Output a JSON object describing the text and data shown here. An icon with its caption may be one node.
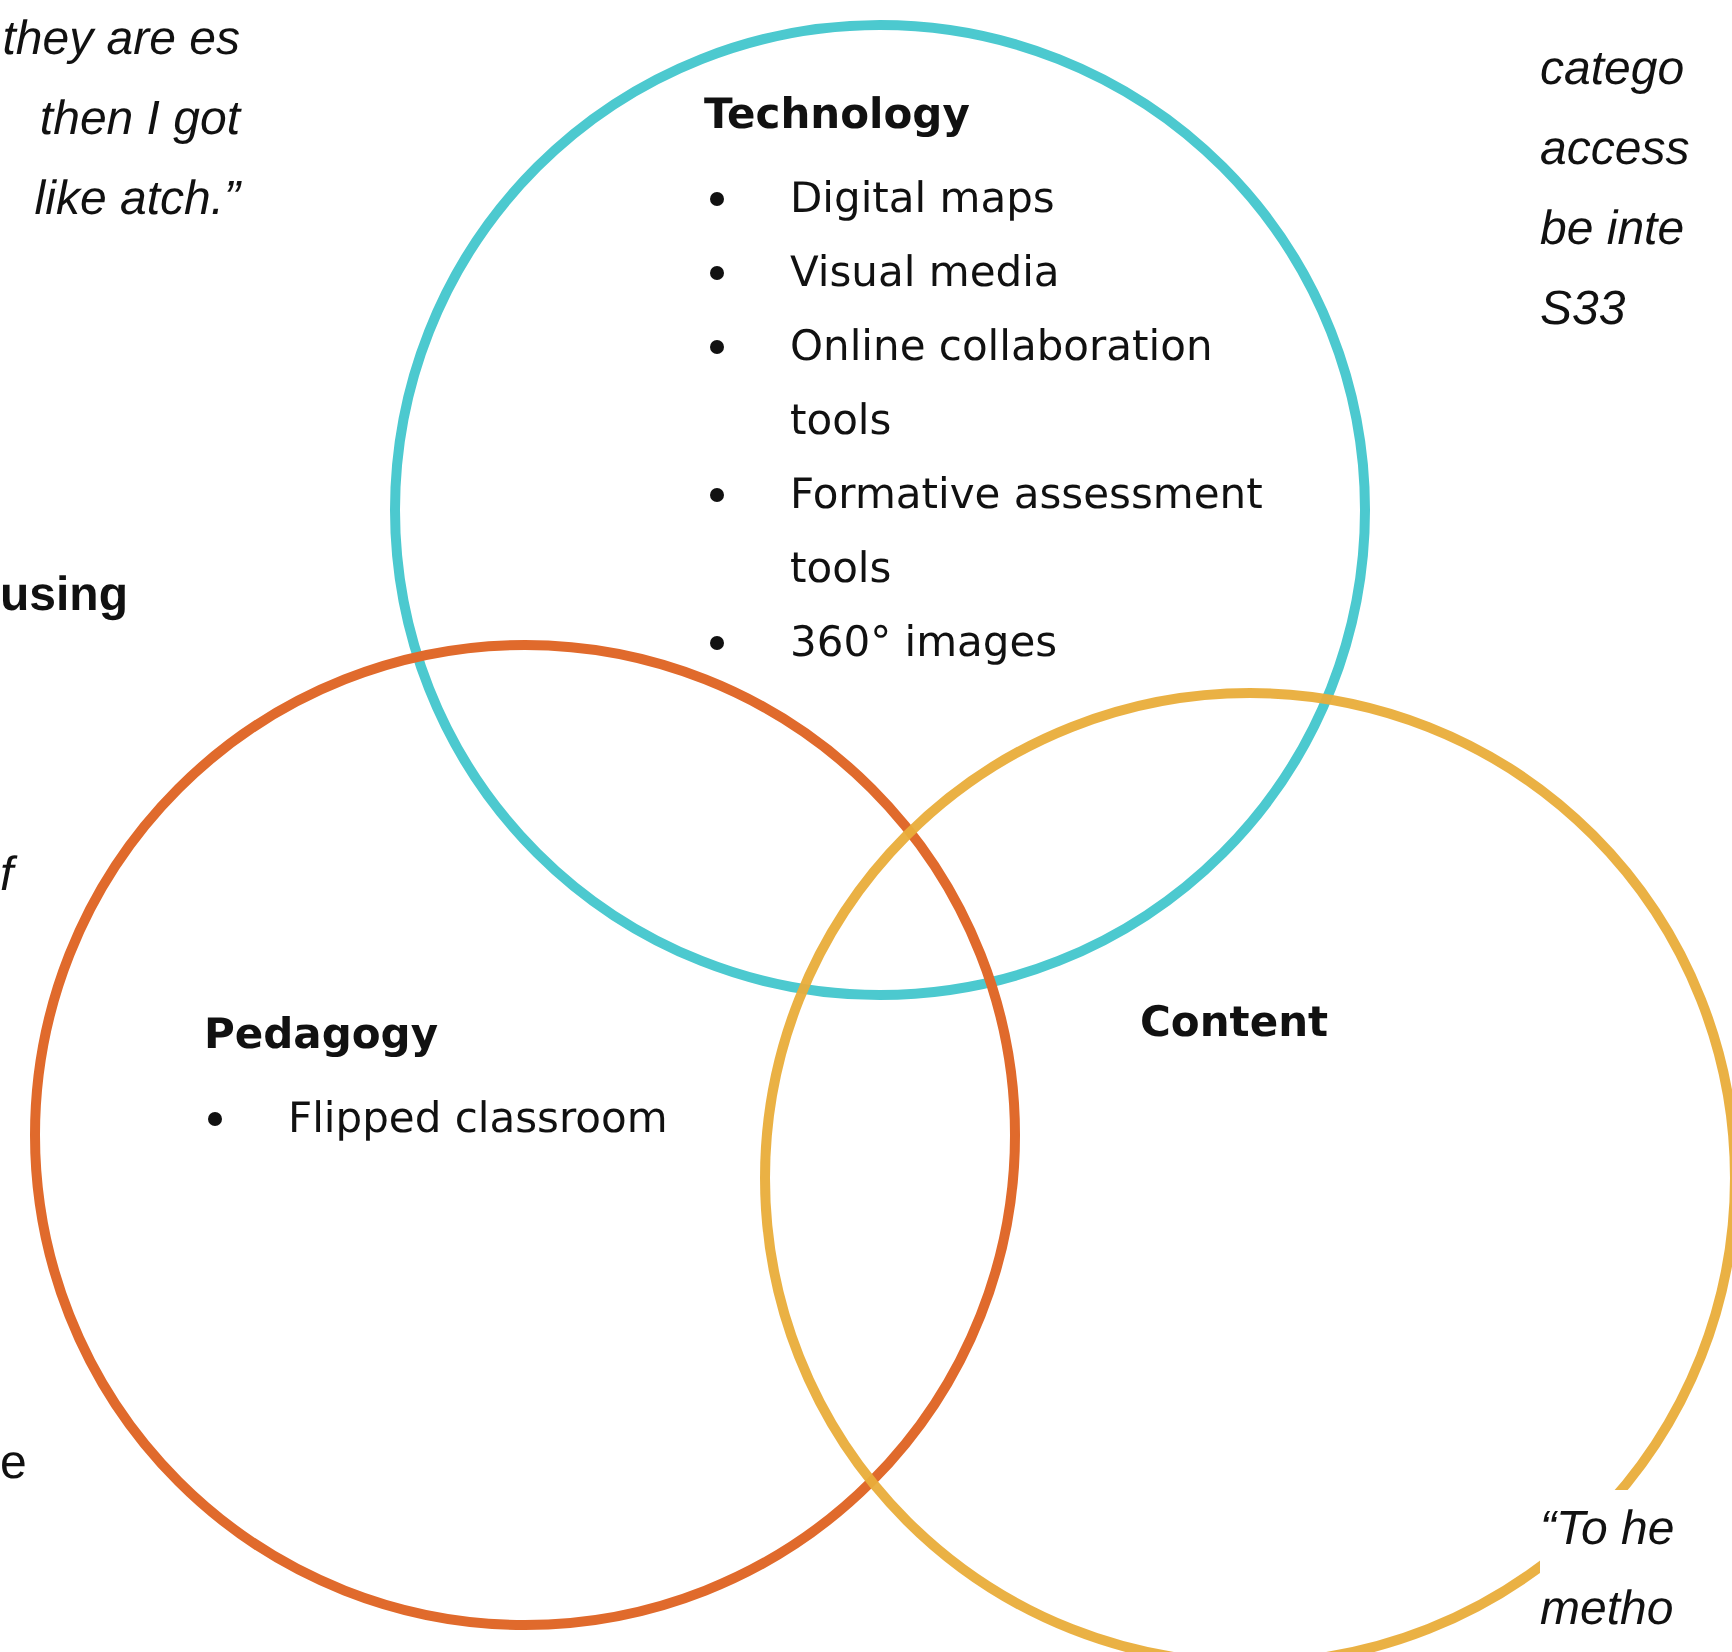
{
  "diagram": {
    "nodes": [
      {
        "text": [
          "Technology",
          "Digital maps",
          "Visual media",
          "Online collaboration tools",
          "Formative assessment tools",
          "360° images"
        ]
      },
      {
        "text": [
          "Pedagogy",
          "Flipped classroom"
        ]
      },
      {
        "text": [
          "Content"
        ]
      }
    ],
    "labels": [
      "they are es then I got like atch.”",
      "using",
      "f",
      "e",
      "catego access be inte S33",
      "“To he metho"
    ]
  }
}
